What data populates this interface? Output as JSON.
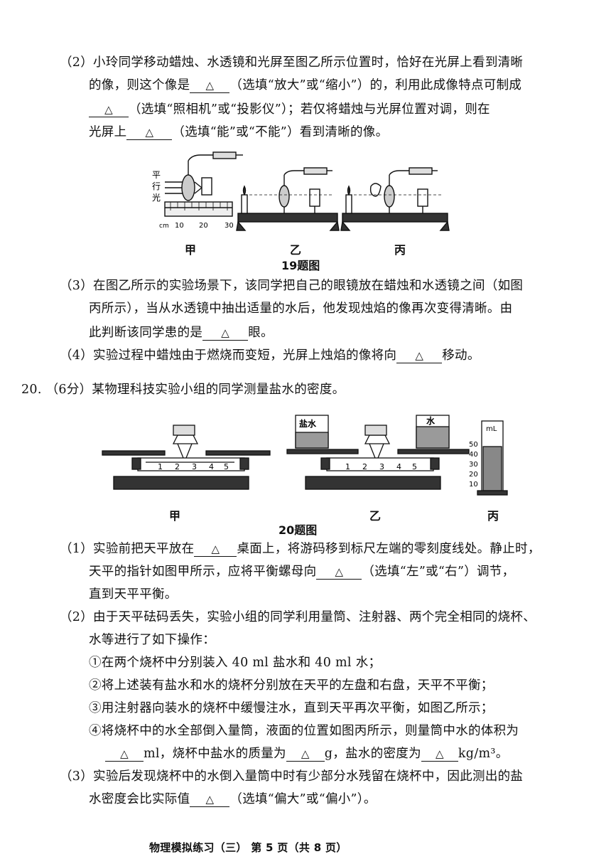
{
  "mark": "△",
  "q19": {
    "p2_l1": "（2）小玲同学移动蜡烛、水透镜和光屏至图乙所示位置时，恰好在光屏上看到清晰",
    "p2_l2a": "的像，则这个像是",
    "p2_l2b": "（选填“放大”或“缩小”）的，利用此成像特点可制成",
    "p2_l3b": "（选填“照相机”或“投影仪”）；若仅将蜡烛与光屏位置对调，则在",
    "p2_l4a": "光屏上",
    "p2_l4b": "（选填“能”或“不能”）看到清晰的像。",
    "fig_labels": {
      "a": "甲",
      "b": "乙",
      "c": "丙"
    },
    "fig_title": "19题图",
    "parallel_light": [
      "平",
      "行",
      "光"
    ],
    "ruler": {
      "unit": "cm",
      "ticks": [
        "10",
        "20",
        "30"
      ]
    },
    "p3_l1": "（3）在图乙所示的实验场景下，该同学把自己的眼镜放在蜡烛和水透镜之间（如图",
    "p3_l2": "丙所示），当从水透镜中抽出适量的水后，他发现烛焰的像再次变得清晰。由",
    "p3_l3a": "此判断该同学患的是",
    "p3_l3b": "眼。",
    "p4_a": "（4）实验过程中蜡烛由于燃烧而变短，光屏上烛焰的像将向",
    "p4_b": "移动。"
  },
  "q20": {
    "title": "20.  （6分）某物理科技实验小组的同学测量盐水的密度。",
    "fig_labels": {
      "a": "甲",
      "b": "乙",
      "c": "丙"
    },
    "fig_title": "20题图",
    "beaker_salt": "盐水",
    "beaker_water": "水",
    "scale_nums": [
      "1",
      "2",
      "3",
      "4",
      "5"
    ],
    "cyl_unit": "mL",
    "cyl_ticks": [
      "50",
      "40",
      "30",
      "20",
      "10"
    ],
    "p1_l1a": "（1）实验前把天平放在",
    "p1_l1b": "桌面上，将游码移到标尺左端的零刻度线处。静止时，",
    "p1_l2a": "天平的指针如图甲所示，应将平衡螺母向",
    "p1_l2b": "（选填“左”或“右”）调节，",
    "p1_l3": "直到天平平衡。",
    "p2_l1": "（2）由于天平砝码丢失，实验小组的同学利用量筒、注射器、两个完全相同的烧杯、",
    "p2_l2": "水等进行了如下操作：",
    "s1": "①在两个烧杯中分别装入 40 ml 盐水和 40 ml 水；",
    "s2": "②将上述装有盐水和水的烧杯分别放在天平的左盘和右盘，天平不平衡；",
    "s3": "③用注射器向装水的烧杯中缓慢注水，直到天平再次平衡，如图乙所示；",
    "s4": "④将烧杯中的水全部倒入量筒，液面的位置如图丙所示，则量筒中水的体积为",
    "s4b_1": "ml，烧杯中盐水的质量为",
    "s4b_2": "g，盐水的密度为",
    "s4b_3": "kg/m³。",
    "p3_l1": "（3）实验后发现烧杯中的水倒入量筒中时有少部分水残留在烧杯中，因此测出的盐",
    "p3_l2a": "水密度会比实际值",
    "p3_l2b": "（选填“偏大”或“偏小”）。"
  },
  "footer": "物理模拟练习（三）   第  5  页（共 8 页）"
}
